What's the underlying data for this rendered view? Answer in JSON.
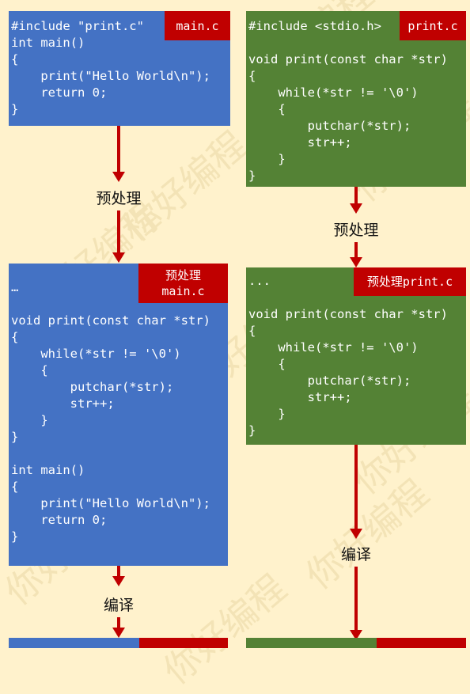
{
  "watermark": "你好编程",
  "top_left": {
    "tag": "main.c",
    "code": "#include \"print.c\"\nint main()\n{\n    print(\"Hello World\\n\");\n    return 0;\n}"
  },
  "top_right": {
    "tag": "print.c",
    "code": "#include <stdio.h>\n\nvoid print(const char *str)\n{\n    while(*str != '\\0')\n    {\n        putchar(*str);\n        str++;\n    }\n}"
  },
  "mid_left": {
    "tag": "预处理\nmain.c",
    "code": "…\n\nvoid print(const char *str)\n{\n    while(*str != '\\0')\n    {\n        putchar(*str);\n        str++;\n    }\n}\n\nint main()\n{\n    print(\"Hello World\\n\");\n    return 0;\n}"
  },
  "mid_right": {
    "tag": "预处理print.c",
    "code": "...\n\nvoid print(const char *str)\n{\n    while(*str != '\\0')\n    {\n        putchar(*str);\n        str++;\n    }\n}"
  },
  "labels": {
    "preprocess_left": "预处理",
    "preprocess_right": "预处理",
    "compile_left": "编译",
    "compile_right": "编译"
  }
}
